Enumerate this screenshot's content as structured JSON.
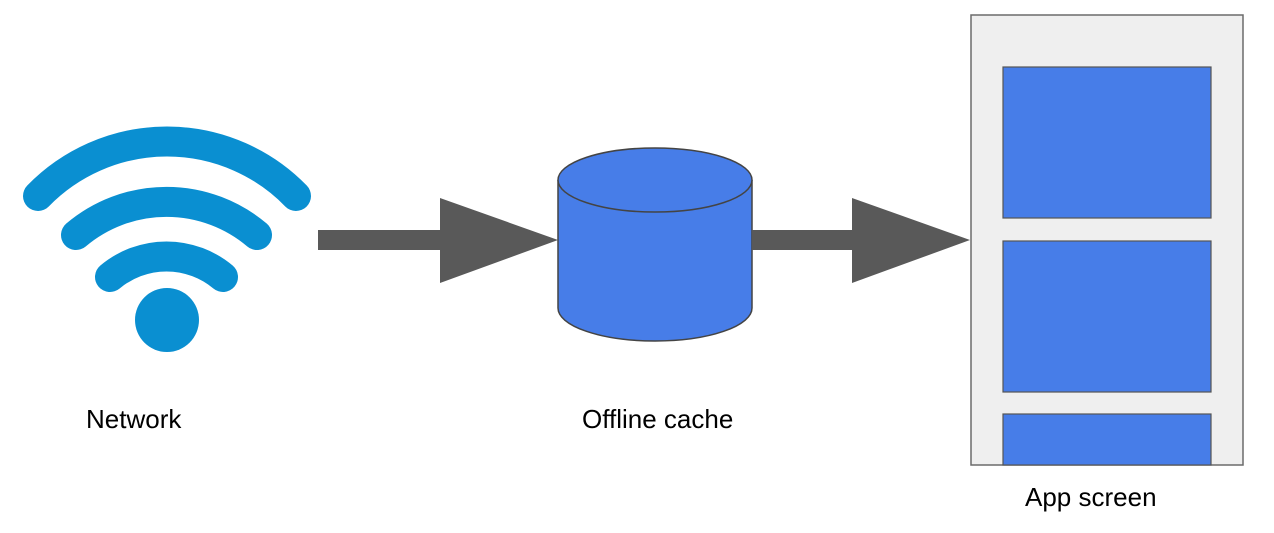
{
  "colors": {
    "wifi": "#0a8fd1",
    "arrow": "#595959",
    "cache_fill": "#477de8",
    "cache_stroke": "#444444",
    "screen_bg": "#efefef",
    "screen_stroke": "#6b6b6b",
    "card_fill": "#477de8",
    "card_stroke": "#555555"
  },
  "labels": {
    "network": "Network",
    "cache": "Offline cache",
    "app_screen": "App screen"
  },
  "icons": {
    "network": "wifi-icon",
    "cache": "database-cylinder-icon",
    "app_screen": "phone-screen-icon"
  }
}
